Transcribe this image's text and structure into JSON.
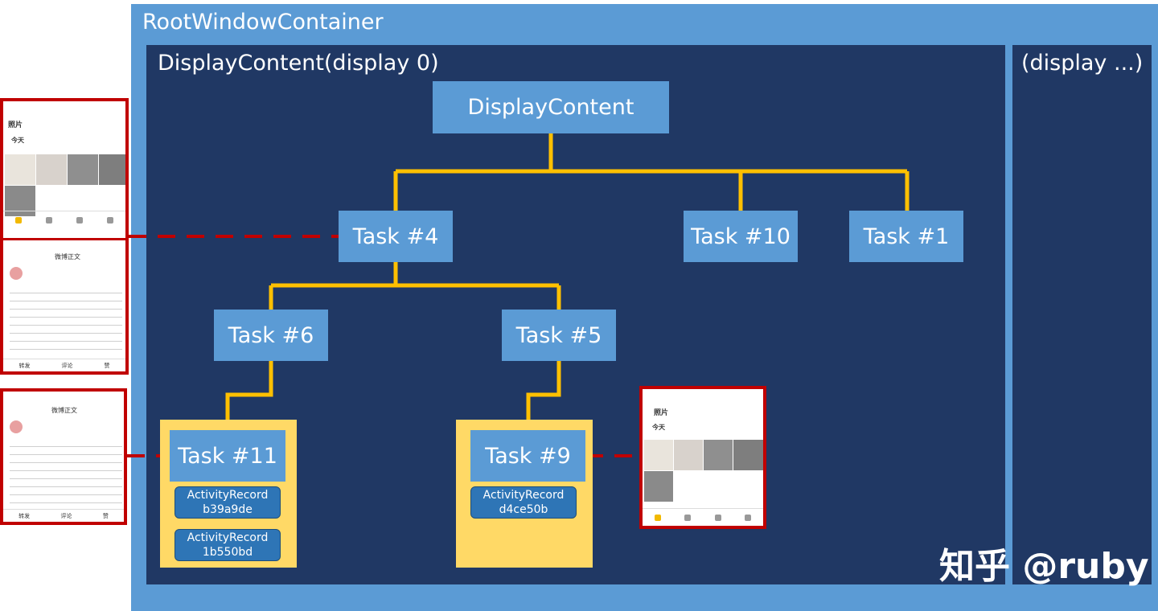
{
  "root": {
    "label": "RootWindowContainer"
  },
  "display0": {
    "label": "DisplayContent(display 0)"
  },
  "display_other": {
    "label": "(display ...)"
  },
  "nodes": {
    "display_content": "DisplayContent",
    "task4": "Task #4",
    "task10": "Task #10",
    "task1": "Task #1",
    "task6": "Task #6",
    "task5": "Task #5",
    "task11": "Task #11",
    "task9": "Task #9"
  },
  "activity_records": {
    "ar1": {
      "label": "ActivityRecord",
      "id": "b39a9de"
    },
    "ar2": {
      "label": "ActivityRecord",
      "id": "1b550bd"
    },
    "ar3": {
      "label": "ActivityRecord",
      "id": "d4ce50b"
    }
  },
  "phones": {
    "gallery": {
      "title": "照片",
      "subtitle": "今天"
    },
    "weibo": {
      "title": "微博正文",
      "footer": [
        "转发",
        "评论",
        "赞"
      ]
    }
  },
  "watermark": "知乎 @ruby",
  "colors": {
    "root": "#5b9bd5",
    "display": "#203864",
    "node": "#5b9bd5",
    "connector": "#ffc000",
    "task_group": "#ffd966",
    "activity_record": "#2e75b6",
    "phone_border": "#c00000"
  }
}
